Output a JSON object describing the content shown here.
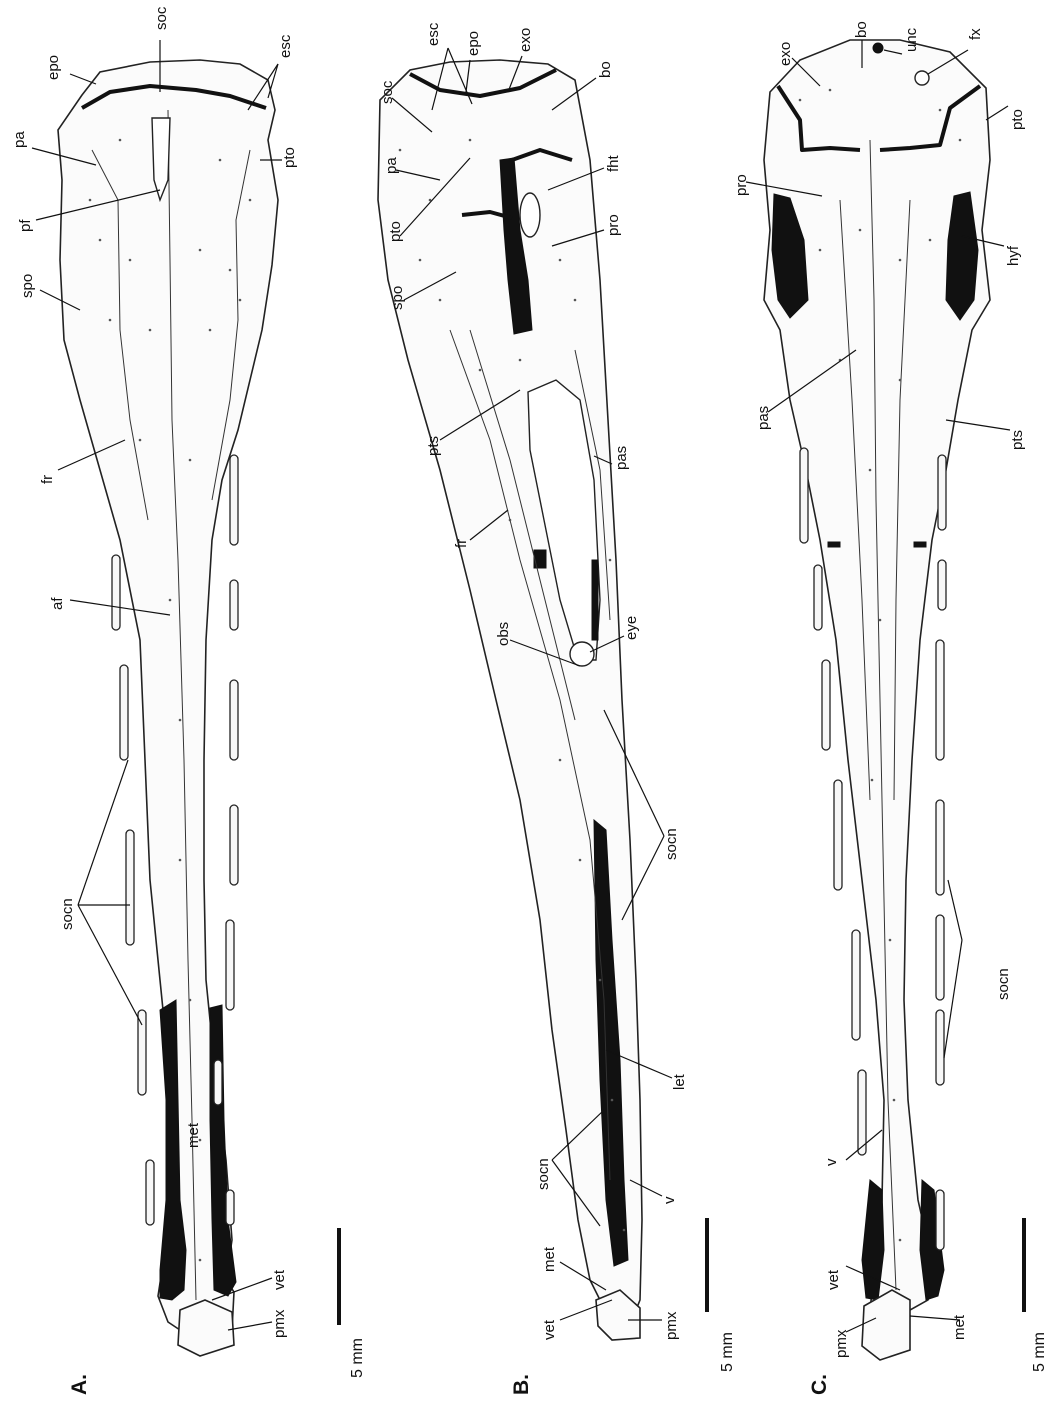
{
  "panels": [
    {
      "id": "A",
      "panel_label": "A.",
      "scale_label": "5 mm",
      "labels": [
        "epo",
        "soc",
        "esc",
        "pa",
        "pto",
        "pf",
        "spo",
        "fr",
        "af",
        "socn",
        "met",
        "vet",
        "pmx"
      ]
    },
    {
      "id": "B",
      "panel_label": "B.",
      "scale_label": "5 mm",
      "labels": [
        "esc",
        "epo",
        "exo",
        "bo",
        "soc",
        "pa",
        "fht",
        "pto",
        "pro",
        "spo",
        "pts",
        "pas",
        "fr",
        "obs",
        "eye",
        "socn",
        "let",
        "socn",
        "v",
        "met",
        "vet",
        "pmx"
      ]
    },
    {
      "id": "C",
      "panel_label": "C.",
      "scale_label": "5 mm",
      "labels": [
        "bo",
        "unc",
        "exo",
        "fx",
        "pto",
        "pro",
        "hyf",
        "pas",
        "pts",
        "socn",
        "v",
        "vet",
        "pmx",
        "met"
      ]
    }
  ]
}
